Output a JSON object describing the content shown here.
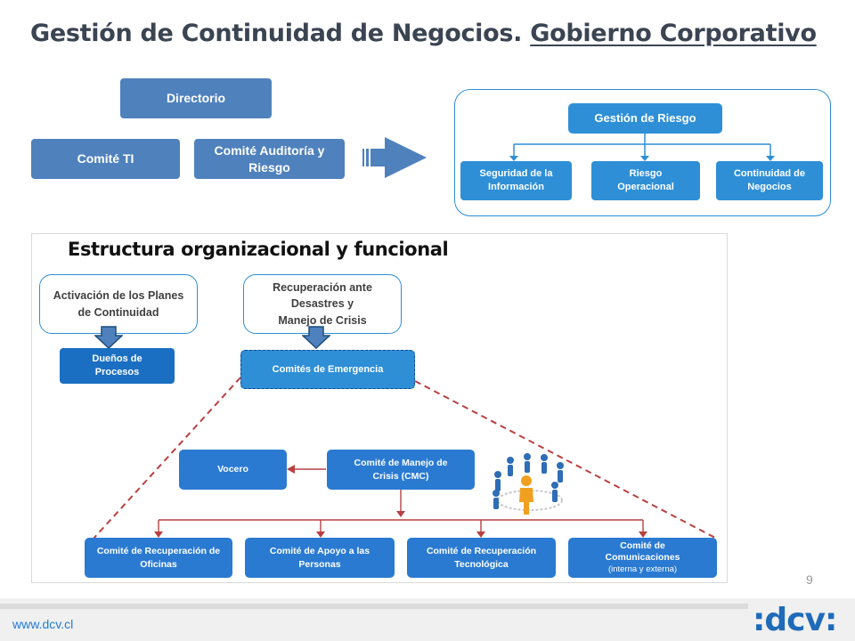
{
  "title": {
    "part1": "Gestión de Continuidad de Negocios.",
    "part2": "Gobierno Corporativo"
  },
  "governance": {
    "directorio": "Directorio",
    "comite_ti": "Comité TI",
    "comite_auditoria": "Comité Auditoría y Riesgo"
  },
  "risk": {
    "head": "Gestión de Riesgo",
    "items": [
      "Seguridad de la Información",
      "Riesgo Operacional",
      "Continuidad de Negocios"
    ]
  },
  "structure": {
    "title": "Estructura organizacional y funcional",
    "activation": "Activación de los Planes de Continuidad",
    "recovery": [
      "Recuperación ante",
      "Desastres y",
      "Manejo de Crisis"
    ],
    "owners": "Dueños de Procesos",
    "emergency": "Comités de Emergencia",
    "vocero": "Vocero",
    "cmc": "Comité de Manejo de Crisis (CMC)",
    "committees": [
      "Comité de Recuperación de Oficinas",
      "Comité de Apoyo a las Personas",
      "Comité de Recuperación Tecnológica"
    ],
    "communications": {
      "line1": "Comité de",
      "line2": "Comunicaciones",
      "line3": "(interna y externa)"
    }
  },
  "page_number": "9",
  "footer": {
    "url": "www.dcv.cl",
    "logo": ":dcv:"
  },
  "colors": {
    "primary": "#4f81bd",
    "accent": "#2e8fd6",
    "dark_blue": "#1a6fc2",
    "connector_red": "#b94040"
  }
}
